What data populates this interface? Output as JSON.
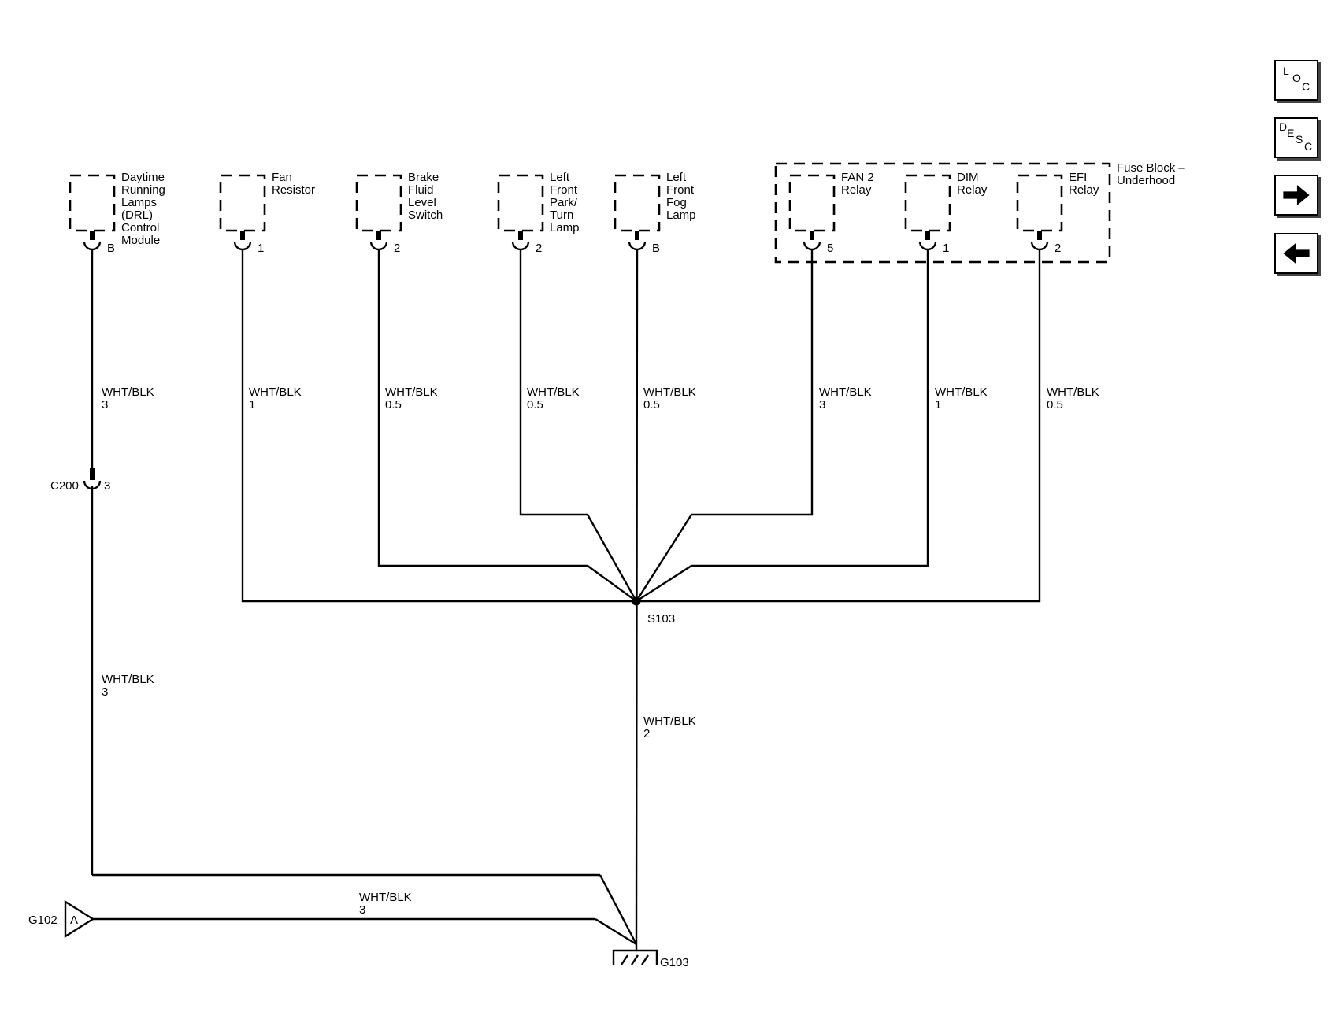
{
  "components": {
    "drl": {
      "l1": "Daytime",
      "l2": "Running",
      "l3": "Lamps",
      "l4": "(DRL)",
      "l5": "Control",
      "l6": "Module",
      "pin": "B"
    },
    "fan_resistor": {
      "l1": "Fan",
      "l2": "Resistor",
      "pin": "1"
    },
    "brake_fluid": {
      "l1": "Brake",
      "l2": "Fluid",
      "l3": "Level",
      "l4": "Switch",
      "pin": "2"
    },
    "left_park": {
      "l1": "Left",
      "l2": "Front",
      "l3": "Park/",
      "l4": "Turn",
      "l5": "Lamp",
      "pin": "2"
    },
    "left_fog": {
      "l1": "Left",
      "l2": "Front",
      "l3": "Fog",
      "l4": "Lamp",
      "pin": "B"
    },
    "fan2_relay": {
      "l1": "FAN 2",
      "l2": "Relay",
      "pin": "5"
    },
    "dim_relay": {
      "l1": "DIM",
      "l2": "Relay",
      "pin": "1"
    },
    "efi_relay": {
      "l1": "EFI",
      "l2": "Relay",
      "pin": "2"
    },
    "fuse_block": {
      "l1": "Fuse Block –",
      "l2": "Underhood"
    }
  },
  "wires": {
    "drl_top": {
      "color": "WHT/BLK",
      "gauge": "3"
    },
    "fan_resistor": {
      "color": "WHT/BLK",
      "gauge": "1"
    },
    "brake_fluid": {
      "color": "WHT/BLK",
      "gauge": "0.5"
    },
    "left_park": {
      "color": "WHT/BLK",
      "gauge": "0.5"
    },
    "left_fog": {
      "color": "WHT/BLK",
      "gauge": "0.5"
    },
    "fan2_relay": {
      "color": "WHT/BLK",
      "gauge": "3"
    },
    "dim_relay": {
      "color": "WHT/BLK",
      "gauge": "1"
    },
    "efi_relay": {
      "color": "WHT/BLK",
      "gauge": "0.5"
    },
    "drl_bottom": {
      "color": "WHT/BLK",
      "gauge": "3"
    },
    "splice_down": {
      "color": "WHT/BLK",
      "gauge": "2"
    },
    "g102": {
      "color": "WHT/BLK",
      "gauge": "3"
    }
  },
  "connectors": {
    "c200": {
      "name": "C200",
      "pin": "3"
    }
  },
  "splices": {
    "s103": "S103"
  },
  "grounds": {
    "g102": {
      "name": "G102",
      "pin": "A"
    },
    "g103": "G103"
  },
  "nav": {
    "loc": {
      "c1": "L",
      "c2": "O",
      "c3": "C"
    },
    "desc": {
      "c1": "D",
      "c2": "E",
      "c3": "S",
      "c4": "C"
    },
    "forward_icon": "arrow-right-icon",
    "back_icon": "arrow-left-icon"
  }
}
